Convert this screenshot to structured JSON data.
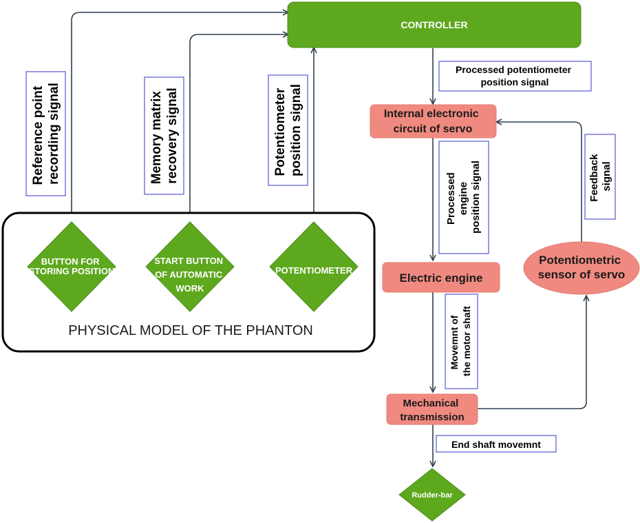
{
  "colors": {
    "green": "#5ea81e",
    "green_stroke": "#4b8d18",
    "red": "#f08a80",
    "red_stroke": "#e37b71",
    "label_border": "#3333cc",
    "arrow": "#2f3f4f"
  },
  "controller": {
    "label": "CONTROLLER"
  },
  "physical_model": {
    "title": "PHYSICAL MODEL OF THE PHANTON",
    "diamonds": [
      {
        "lines": [
          "BUTTON FOR",
          "STORING POSITION"
        ]
      },
      {
        "lines": [
          "START BUTTON",
          "OF AUTOMATIC",
          "WORK"
        ]
      },
      {
        "lines": [
          "POTENTIOMETER"
        ]
      }
    ]
  },
  "vertical_signals": [
    {
      "lines": [
        "Reference point",
        "recording signal"
      ]
    },
    {
      "lines": [
        "Memory matrix",
        "recovery signal"
      ]
    },
    {
      "lines": [
        "Potentiometer",
        "position signal"
      ]
    }
  ],
  "servo": {
    "internal_circuit": [
      "Internal electronic",
      "circuit of servo"
    ],
    "electric_engine": "Electric engine",
    "mechanical_transmission": [
      "Mechanical",
      "transmission"
    ],
    "potentiometric_sensor": [
      "Potentiometric",
      "sensor of servo"
    ],
    "rudder_bar": "Rudder-bar"
  },
  "signals": {
    "processed_pot": [
      "Processed potentiometer",
      "position signal"
    ],
    "processed_engine": [
      "Processed",
      "engine",
      "position signal"
    ],
    "movement_motor": [
      "Movemnt of",
      "the motor shaft"
    ],
    "feedback": [
      "Feedback",
      "signal"
    ],
    "end_shaft": "End shaft movemnt"
  }
}
